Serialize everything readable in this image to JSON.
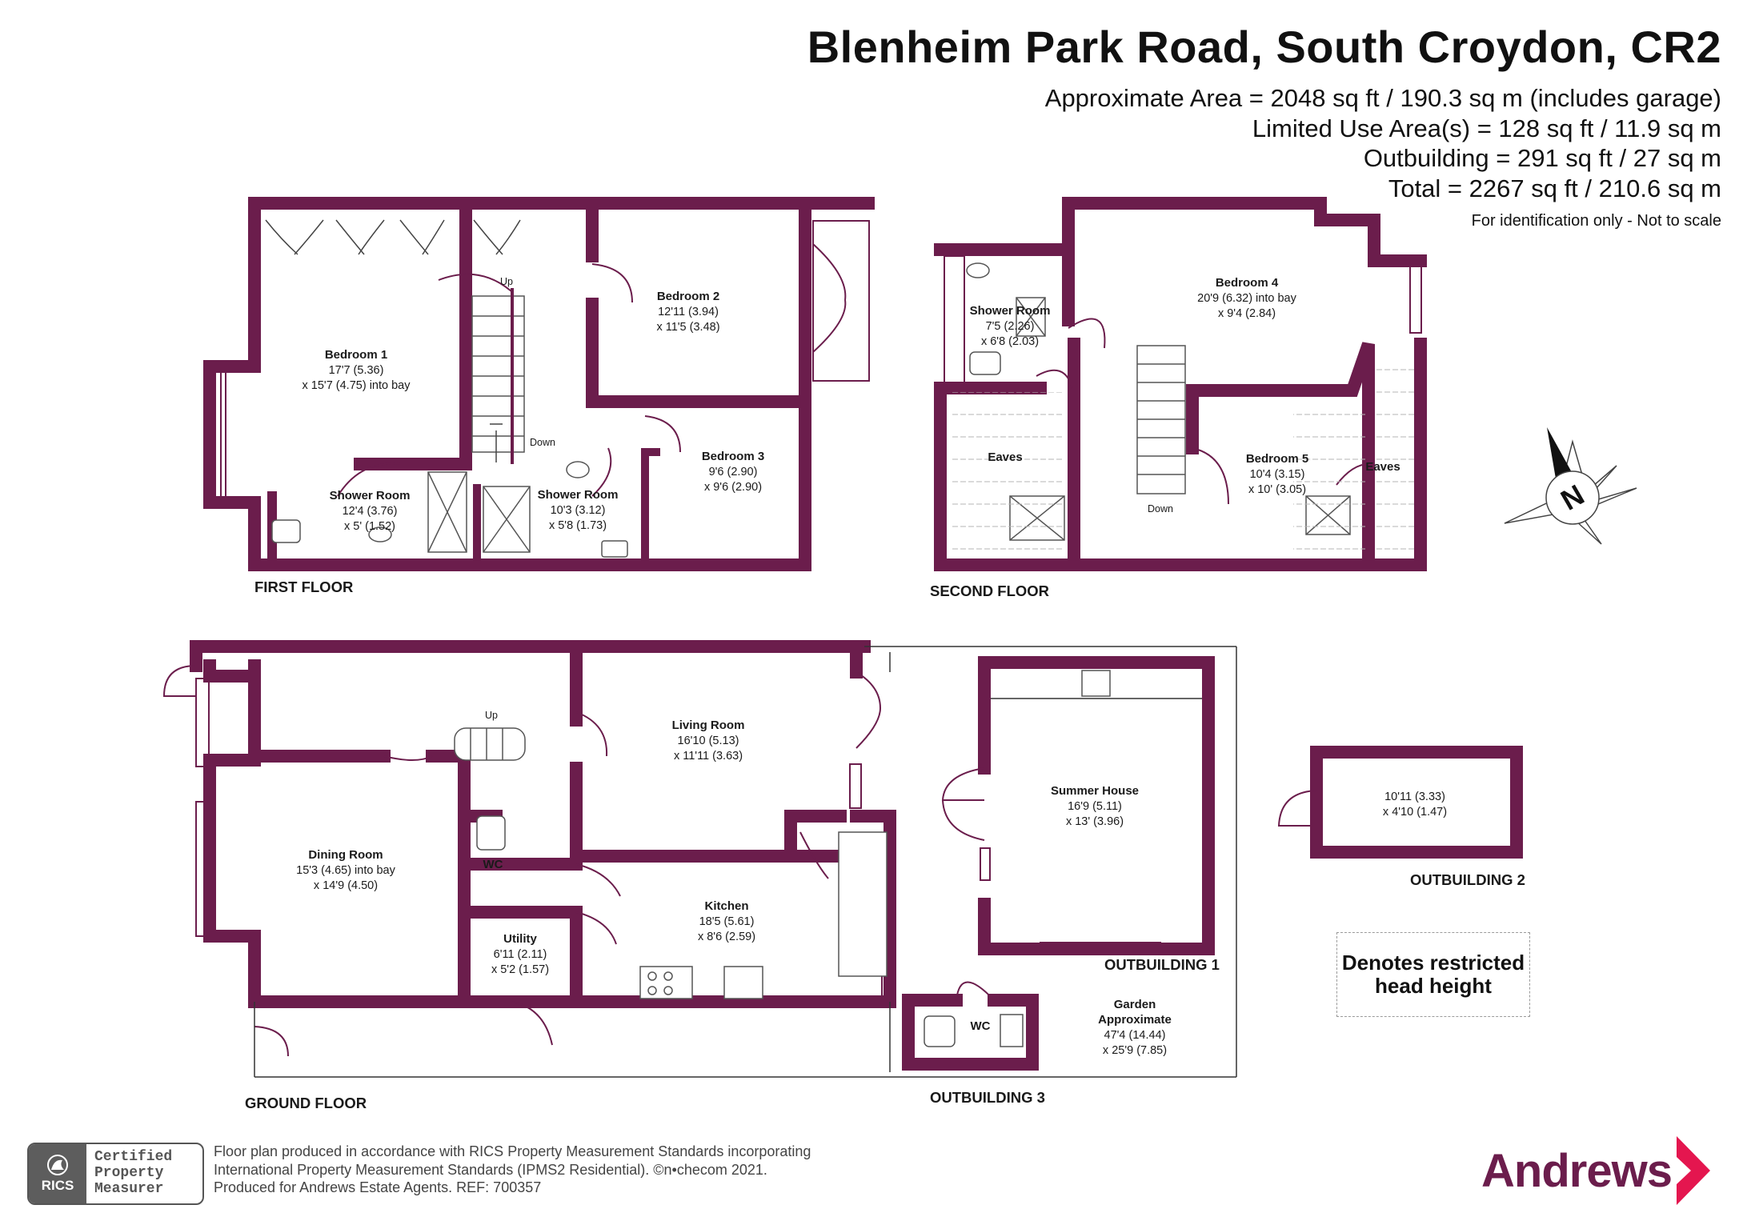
{
  "header": {
    "title": "Blenheim Park Road, South Croydon, CR2",
    "area_main": "Approximate Area = 2048 sq ft / 190.3 sq m (includes garage)",
    "area_limited": "Limited Use Area(s) = 128 sq ft / 11.9 sq m",
    "area_outbuilding": "Outbuilding = 291 sq ft / 27 sq m",
    "area_total": "Total = 2267 sq ft / 210.6 sq m",
    "note": "For identification only - Not to scale"
  },
  "colors": {
    "wall": "#6b1d4c",
    "accent": "#e4164f",
    "badge": "#5d5d5d"
  },
  "floors": {
    "first": {
      "label": "FIRST FLOOR",
      "bedroom1": {
        "name": "Bedroom 1",
        "dim1": "17'7 (5.36)",
        "dim2": "x 15'7 (4.75) into bay"
      },
      "bedroom2": {
        "name": "Bedroom 2",
        "dim1": "12'11 (3.94)",
        "dim2": "x 11'5 (3.48)"
      },
      "bedroom3": {
        "name": "Bedroom 3",
        "dim1": "9'6 (2.90)",
        "dim2": "x 9'6 (2.90)"
      },
      "shower1": {
        "name": "Shower Room",
        "dim1": "12'4 (3.76)",
        "dim2": "x 5' (1.52)"
      },
      "shower2": {
        "name": "Shower Room",
        "dim1": "10'3 (3.12)",
        "dim2": "x 5'8 (1.73)"
      },
      "up": "Up",
      "down": "Down"
    },
    "second": {
      "label": "SECOND FLOOR",
      "bedroom4": {
        "name": "Bedroom 4",
        "dim1": "20'9 (6.32) into bay",
        "dim2": "x 9'4 (2.84)"
      },
      "bedroom5": {
        "name": "Bedroom 5",
        "dim1": "10'4 (3.15)",
        "dim2": "x 10' (3.05)"
      },
      "shower": {
        "name": "Shower Room",
        "dim1": "7'5 (2.26)",
        "dim2": "x 6'8 (2.03)"
      },
      "eaves_left": "Eaves",
      "eaves_right": "Eaves",
      "down": "Down"
    },
    "ground": {
      "label": "GROUND FLOOR",
      "dining": {
        "name": "Dining Room",
        "dim1": "15'3 (4.65) into bay",
        "dim2": "x 14'9 (4.50)"
      },
      "living": {
        "name": "Living Room",
        "dim1": "16'10 (5.13)",
        "dim2": "x 11'11 (3.63)"
      },
      "kitchen": {
        "name": "Kitchen",
        "dim1": "18'5 (5.61)",
        "dim2": "x 8'6 (2.59)"
      },
      "utility": {
        "name": "Utility",
        "dim1": "6'11 (2.11)",
        "dim2": "x 5'2 (1.57)"
      },
      "wc": "WC",
      "up": "Up"
    },
    "outbuilding1": {
      "label": "OUTBUILDING 1",
      "summer": {
        "name": "Summer House",
        "dim1": "16'9 (5.11)",
        "dim2": "x 13' (3.96)"
      },
      "garden": {
        "name1": "Garden",
        "name2": "Approximate",
        "dim1": "47'4 (14.44)",
        "dim2": "x 25'9 (7.85)"
      }
    },
    "outbuilding2": {
      "label": "OUTBUILDING 2",
      "dim1": "10'11 (3.33)",
      "dim2": "x 4'10 (1.47)"
    },
    "outbuilding3": {
      "label": "OUTBUILDING 3",
      "wc": "WC"
    }
  },
  "compass": {
    "letter": "N"
  },
  "legend": {
    "line1": "Denotes restricted",
    "line2": "head height"
  },
  "footer": {
    "badge_left": "RICS",
    "badge_lines": [
      "Certified",
      "Property",
      "Measurer"
    ],
    "text1": "Floor plan produced in accordance with RICS Property Measurement Standards incorporating",
    "text2": "International Property Measurement Standards (IPMS2 Residential).   ©n•checom 2021.",
    "text3": "Produced for Andrews Estate Agents.   REF:    700357",
    "logo": "Andrews"
  }
}
